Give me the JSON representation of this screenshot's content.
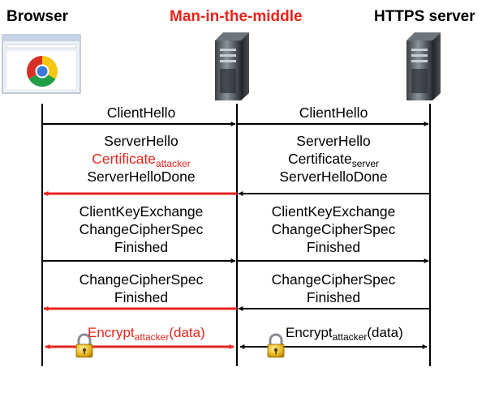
{
  "headers": {
    "browser": "Browser",
    "mitm": "Man-in-the-middle",
    "server": "HTTPS server"
  },
  "left": {
    "client_hello": "ClientHello",
    "server_hello": "ServerHello",
    "certificate": "Certificate",
    "certificate_sub": "attacker",
    "server_hello_done": "ServerHelloDone",
    "client_key_exchange": "ClientKeyExchange",
    "change_cipher_spec_1": "ChangeCipherSpec",
    "finished_1": "Finished",
    "change_cipher_spec_2": "ChangeCipherSpec",
    "finished_2": "Finished",
    "encrypt": "Encrypt",
    "encrypt_sub": "attacker",
    "encrypt_suffix": "(data)"
  },
  "right": {
    "client_hello": "ClientHello",
    "server_hello": "ServerHello",
    "certificate": "Certificate",
    "certificate_sub": "server",
    "server_hello_done": "ServerHelloDone",
    "client_key_exchange": "ClientKeyExchange",
    "change_cipher_spec_1": "ChangeCipherSpec",
    "finished_1": "Finished",
    "change_cipher_spec_2": "ChangeCipherSpec",
    "finished_2": "Finished",
    "encrypt": "Encrypt",
    "encrypt_sub": "attacker",
    "encrypt_suffix": "(data)"
  },
  "colors": {
    "attacker_red": "#e8231b",
    "black": "#000000"
  },
  "icons": {
    "browser": "chrome-browser-window-icon",
    "mitm": "server-tower-icon",
    "server": "server-tower-icon",
    "lock": "padlock-icon"
  }
}
